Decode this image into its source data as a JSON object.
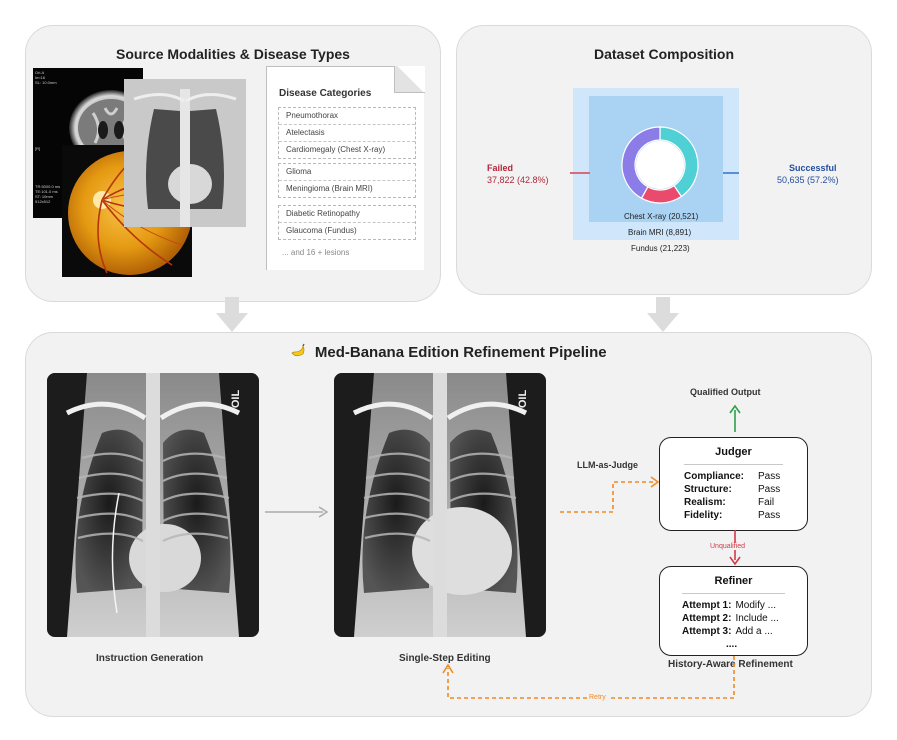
{
  "source_panel": {
    "title": "Source Modalities & Disease Types",
    "mri_overlay_top": "Ori.A\nIm:16\nSL: 10.0mm",
    "mri_overlay_bottom": "TR:5000.0 ms\nTE:101.0 ms\nST: 10mm\n512x512",
    "mri_side": "[R]",
    "doc": {
      "title": "Disease Categories",
      "groups": [
        [
          "Pneumothorax",
          "Atelectasis",
          "Cardiomegaly (Chest X-ray)"
        ],
        [
          "Glioma",
          "Meningioma (Brain MRI)"
        ],
        [
          "Diabetic Retinopathy",
          "Glaucoma (Fundus)"
        ]
      ],
      "more": "... and 16 + lesions"
    }
  },
  "dataset_panel": {
    "title": "Dataset Composition",
    "failed": {
      "label": "Failed",
      "value": "37,822 (42.8%)",
      "color": "#b0263a"
    },
    "successful": {
      "label": "Successful",
      "value": "50,635 (57.2%)",
      "color": "#234e9e"
    },
    "modalities": [
      {
        "label": "Chest X-ray (20,521)",
        "count": 20521,
        "color": "#4fd0d4"
      },
      {
        "label": "Brain MRI (8,891)",
        "count": 8891,
        "color": "#ea4a6b"
      },
      {
        "label": "Fundus (21,223)",
        "count": 21223,
        "color": "#8b7ce8"
      }
    ]
  },
  "pipeline": {
    "title": "Med-Banana Edition Refinement Pipeline",
    "title_icon": "banana-icon",
    "xray_marker": "OIL",
    "qualified_output": "Qualified Output",
    "llm_as_judge": "LLM-as-Judge",
    "judger": {
      "title": "Judger",
      "rows": [
        {
          "key": "Compliance:",
          "value": "Pass"
        },
        {
          "key": "Structure:",
          "value": "Pass"
        },
        {
          "key": "Realism:",
          "value": "Fail"
        },
        {
          "key": "Fidelity:",
          "value": "Pass"
        }
      ]
    },
    "unqualified": "Unqualified",
    "refiner": {
      "title": "Refiner",
      "rows": [
        {
          "key": "Attempt 1:",
          "value": "Modify ..."
        },
        {
          "key": "Attempt 2:",
          "value": "Include ..."
        },
        {
          "key": "Attempt 3:",
          "value": "Add a ..."
        }
      ],
      "more": "...."
    },
    "captions": {
      "instruction": "Instruction Generation",
      "editing": "Single-Step Editing",
      "refinement": "History-Aware Refinement"
    },
    "retry": "Retry",
    "colors": {
      "green": "#2ea04a",
      "red": "#d33a4a",
      "orange": "#f08a24"
    }
  }
}
